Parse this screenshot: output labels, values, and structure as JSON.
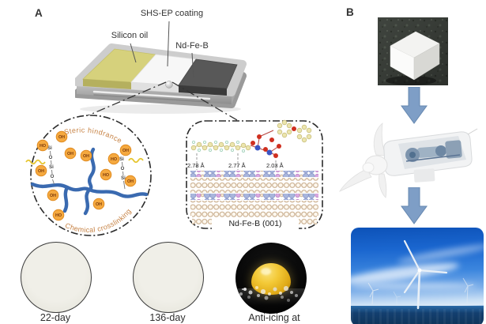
{
  "figure": {
    "panelA": {
      "label": "A",
      "schematic": {
        "coating_label": "SHS-EP coating",
        "oil_label": "Silicon oil",
        "magnet_label": "Nd-Fe-B"
      },
      "mechanism_view": {
        "top_caption": "Steric hindrance",
        "bottom_caption": "Chemical crosslinking",
        "hydroxyl": "OH",
        "hydroxyl_rev": "HO",
        "silicon": "Si",
        "oxygen": "O"
      },
      "dft_view": {
        "distance_labels": [
          "2.78 Å",
          "2.77 Å",
          "2.03 Å"
        ],
        "surface_label": "Nd-Fe-B (001)"
      },
      "durability_samples": [
        {
          "label": "22-day"
        },
        {
          "label": "136-day"
        },
        {
          "label": "Anti-icing at"
        }
      ]
    },
    "panelB": {
      "label": "B",
      "flow_items": [
        {
          "icon": "coated-magnet-cube-photo"
        },
        {
          "icon": "wind-turbine-nacelle-cutaway"
        },
        {
          "icon": "offshore-wind-farm-photo"
        }
      ],
      "arrow_icon": "down-arrow-icon"
    },
    "colors": {
      "arrow_blue": "#7e9ec6",
      "silicon_oil_yellow": "#d6d17c",
      "bubble_orange": "#f5a93f",
      "chain_blue": "#3a6ab0",
      "caption_orange": "#c68142"
    }
  }
}
